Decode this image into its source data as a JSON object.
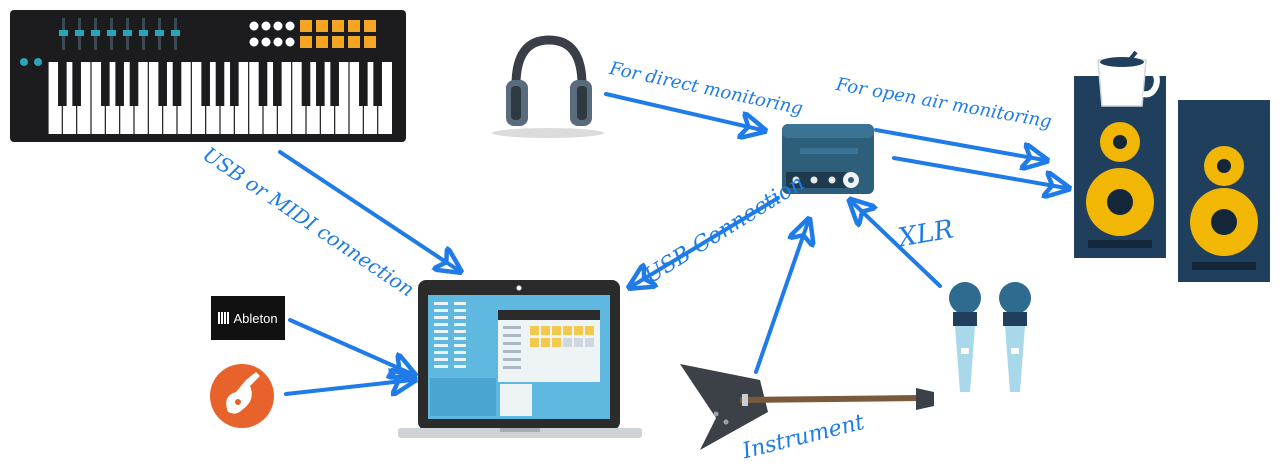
{
  "labels": {
    "usb_midi": "USB or MIDI connection",
    "direct_monitoring": "For direct monitoring",
    "open_air_monitoring": "For open air monitoring",
    "usb_connection": "USB Connection",
    "xlr": "XLR",
    "instrument": "Instrument"
  },
  "software": {
    "ableton_label": "Ableton"
  },
  "colors": {
    "arrow": "#1e7be8",
    "interface_body": "#2d5f7a",
    "speaker_body": "#1f3f5c",
    "speaker_cone": "#f2b705",
    "keyboard_body": "#1c1c1e",
    "pads": "#f5a623",
    "knobs": "#2aa5b8",
    "laptop_frame": "#2b2b2b",
    "laptop_screen": "#5fb8e0",
    "garageband": "#e8632b"
  },
  "icons": [
    "midi-keyboard-icon",
    "headphones-icon",
    "audio-interface-icon",
    "speaker-icon",
    "coffee-mug-icon",
    "laptop-icon",
    "ableton-logo",
    "garageband-icon",
    "guitar-icon",
    "microphone-icon"
  ]
}
